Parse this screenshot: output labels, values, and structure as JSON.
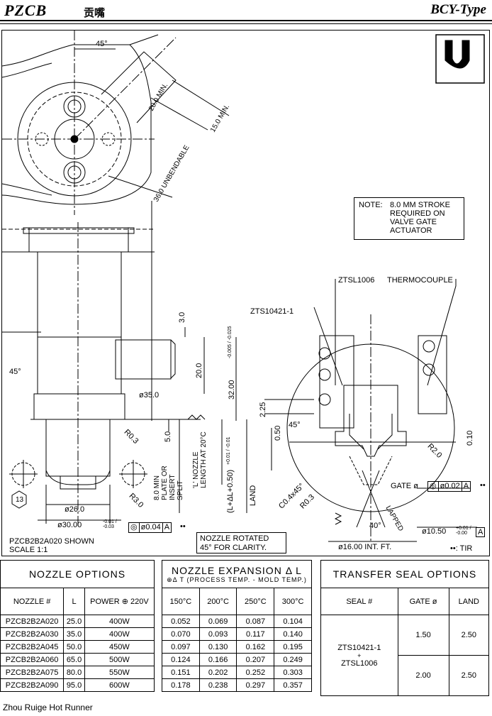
{
  "header": {
    "brand": "PZCB",
    "brand_cn": "贡嘴",
    "doc_type": "BCY-Type"
  },
  "drawing": {
    "dims": {
      "angle_top": "45°",
      "d20": "20.0 MIN.",
      "d15": "15.0 MIN.",
      "d36": "36.0 UNBENDABLE",
      "d3": "3.0",
      "d45": "45°",
      "d20b": "20.0",
      "d32": "32.00",
      "d32_tol": "-0.005 / -0.025",
      "d35": "ø35.0",
      "r03": "R0.3",
      "d5": "5.0",
      "min8": "8.0 MIN PLATE OR INSERT SPLIT",
      "nozzle_len": "'L' NOZZLE LENGTH AT 20°C",
      "ld": "(L+ΔL+0.50)",
      "ld_tol": "+0.01 / -0.01",
      "r30": "R3.0",
      "d26": "ø26.0",
      "d30": "ø30.00",
      "d30_tol": "-0.01 / -0.03",
      "bubble": "13",
      "zts": "ZTS10421-1",
      "ztsl": "ZTSL1006",
      "thermo": "THERMOCOUPLE",
      "d225": "2.25",
      "d050": "0.50",
      "d45b": "45°",
      "land": "LAND",
      "c04": "C0.4x45°",
      "r03b": "R0.3",
      "r20": "R2.0",
      "d010": "0.10",
      "gate": "GATE ø",
      "d40": "40°",
      "lapped": "LAPPED",
      "d1050": "ø10.50",
      "d1050_tol": "+0.01 / -0.00",
      "d16": "ø16.00 INT. FT.",
      "tir": "••: TIR"
    },
    "fcf1": [
      "◎",
      "ø0.04",
      "A"
    ],
    "fcf1_mark": "••",
    "fcf2": [
      "◎",
      "ø0.02",
      "A"
    ],
    "fcf2_mark": "••",
    "datum": "A",
    "note_lead": "NOTE:",
    "note_body": "8.0 MM STROKE REQUIRED ON VALVE GATE ACTUATOR",
    "shown": "PZCB2B2A020 SHOWN",
    "scale": "SCALE 1:1",
    "rotated": "NOZZLE ROTATED 45° FOR CLARITY."
  },
  "nozzle_options": {
    "title": "NOZZLE OPTIONS",
    "headers": [
      "NOZZLE #",
      "L",
      "POWER ⊕ 220V"
    ],
    "rows": [
      [
        "PZCB2B2A020",
        "25.0",
        "400W"
      ],
      [
        "PZCB2B2A030",
        "35.0",
        "400W"
      ],
      [
        "PZCB2B2A045",
        "50.0",
        "450W"
      ],
      [
        "PZCB2B2A060",
        "65.0",
        "500W"
      ],
      [
        "PZCB2B2A075",
        "80.0",
        "550W"
      ],
      [
        "PZCB2B2A090",
        "95.0",
        "600W"
      ]
    ]
  },
  "expansion": {
    "title": "NOZZLE EXPANSION Δ L",
    "subtitle": "⊕Δ T (PROCESS TEMP. - MOLD TEMP.)",
    "headers": [
      "150°C",
      "200°C",
      "250°C",
      "300°C"
    ],
    "rows": [
      [
        "0.052",
        "0.069",
        "0.087",
        "0.104"
      ],
      [
        "0.070",
        "0.093",
        "0.117",
        "0.140"
      ],
      [
        "0.097",
        "0.130",
        "0.162",
        "0.195"
      ],
      [
        "0.124",
        "0.166",
        "0.207",
        "0.249"
      ],
      [
        "0.151",
        "0.202",
        "0.252",
        "0.303"
      ],
      [
        "0.178",
        "0.238",
        "0.297",
        "0.357"
      ]
    ]
  },
  "seal": {
    "title": "TRANSFER SEAL OPTIONS",
    "headers": [
      "SEAL #",
      "GATE ø",
      "LAND"
    ],
    "seal_name_a": "ZTS10421-1",
    "seal_plus": "+",
    "seal_name_b": "ZTSL1006",
    "rows": [
      [
        "1.50",
        "2.50"
      ],
      [
        "2.00",
        "2.50"
      ]
    ]
  },
  "footer": "Zhou Ruige Hot Runner"
}
